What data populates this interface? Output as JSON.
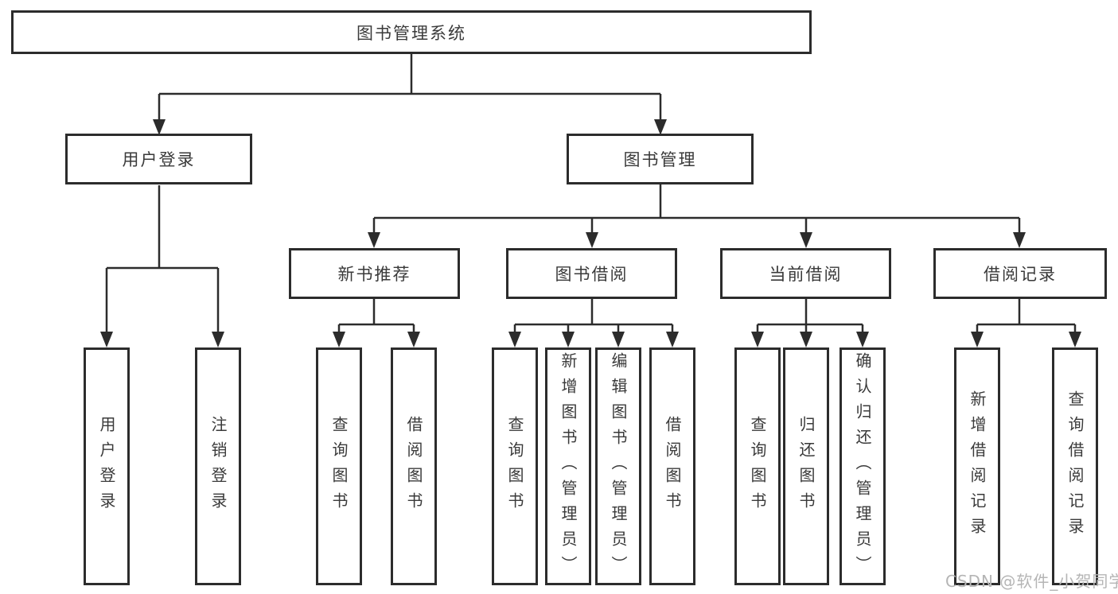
{
  "diagram": {
    "root": {
      "label": "图书管理系统"
    },
    "login_branch": {
      "label": "用户登录",
      "children": [
        {
          "label": "用户登录"
        },
        {
          "label": "注销登录"
        }
      ]
    },
    "manage_branch": {
      "label": "图书管理",
      "groups": [
        {
          "label": "新书推荐",
          "children": [
            {
              "label": "查询图书"
            },
            {
              "label": "借阅图书"
            }
          ]
        },
        {
          "label": "图书借阅",
          "children": [
            {
              "label": "查询图书"
            },
            {
              "label": "新增图书（管理员）"
            },
            {
              "label": "编辑图书（管理员）"
            },
            {
              "label": "借阅图书"
            }
          ]
        },
        {
          "label": "当前借阅",
          "children": [
            {
              "label": "查询图书"
            },
            {
              "label": "归还图书"
            },
            {
              "label": "确认归还（管理员）"
            }
          ]
        },
        {
          "label": "借阅记录",
          "children": [
            {
              "label": "新增借阅记录"
            },
            {
              "label": "查询借阅记录"
            }
          ]
        }
      ]
    },
    "line_color": "#2c2c2c",
    "text_color": "#3a3a3a"
  },
  "watermark": {
    "text": "CSDN @软件_小贺同学",
    "color": "#b5b5b5"
  }
}
